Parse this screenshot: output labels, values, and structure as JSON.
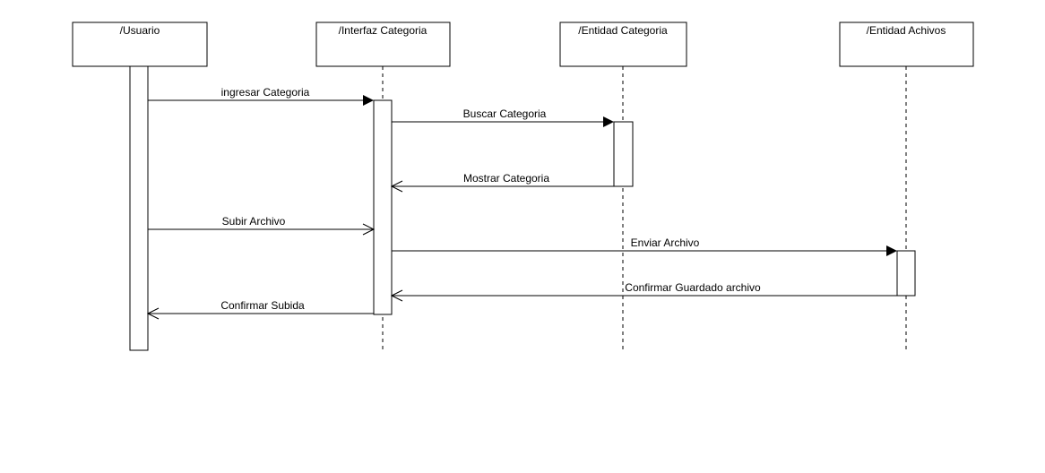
{
  "diagram": {
    "type": "uml-sequence",
    "participants": [
      {
        "id": "usuario",
        "label": "/Usuario"
      },
      {
        "id": "interfaz",
        "label": "/Interfaz Categoria"
      },
      {
        "id": "entidad-categoria",
        "label": "/Entidad Categoria"
      },
      {
        "id": "entidad-achivos",
        "label": "/Entidad Achivos"
      }
    ],
    "messages": [
      {
        "label": "ingresar Categoria",
        "from": "usuario",
        "to": "interfaz",
        "kind": "sync"
      },
      {
        "label": "Buscar Categoria",
        "from": "interfaz",
        "to": "entidad-categoria",
        "kind": "sync"
      },
      {
        "label": "Mostrar Categoria",
        "from": "entidad-categoria",
        "to": "interfaz",
        "kind": "reply"
      },
      {
        "label": "Subir Archivo",
        "from": "usuario",
        "to": "interfaz",
        "kind": "async"
      },
      {
        "label": "Enviar Archivo",
        "from": "interfaz",
        "to": "entidad-achivos",
        "kind": "sync"
      },
      {
        "label": "Confirmar Guardado archivo",
        "from": "entidad-achivos",
        "to": "interfaz",
        "kind": "reply"
      },
      {
        "label": "Confirmar Subida",
        "from": "interfaz",
        "to": "usuario",
        "kind": "reply"
      }
    ]
  }
}
